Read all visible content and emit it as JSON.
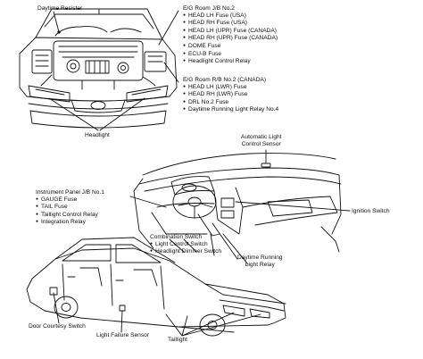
{
  "labels": {
    "daytime_resister": "Daytime Resister",
    "headlight": "Headlight",
    "automatic_light_sensor": [
      "Automatic Light",
      "Control Sensor"
    ],
    "ignition_switch": "Ignition Switch",
    "combination_switch": "Combination Switch",
    "light_control_switch": "Light Control Switch",
    "headlight_dimmer_switch": "Headlight Dimmer Switch",
    "daytime_running_relay": [
      "Daytime Running",
      "Light Relay"
    ],
    "door_courtesy_switch": "Door Courtesy Switch",
    "light_failure_sensor": "Light Failure Sensor",
    "taillight": "Taillight"
  },
  "eg_room_jb2": {
    "title": "E/G Room J/B No.2",
    "items": [
      "HEAD LH Fuse (USA)",
      "HEAD RH Fuse (USA)",
      "HEAD LH (UPR) Fuse (CANADA)",
      "HEAD RH (UPR) Fuse (CANADA)",
      "DOME Fuse",
      "ECU-B Fuse",
      "Headlight Control Relay"
    ]
  },
  "eg_room_rb2": {
    "title": "E/G Room R/B No.2 (CANADA)",
    "items": [
      "HEAD LH (LWR) Fuse",
      "HEAD RH (LWR) Fuse",
      "DRL No.2 Fuse",
      "Daytime Running Light Relay No.4"
    ]
  },
  "instrument_panel_jb1": {
    "title": "Instrument Panel J/B No.1",
    "items": [
      "GAUGE Fuse",
      "TAIL Fuse",
      "Taillight Control Relay",
      "Integration Relay"
    ]
  }
}
